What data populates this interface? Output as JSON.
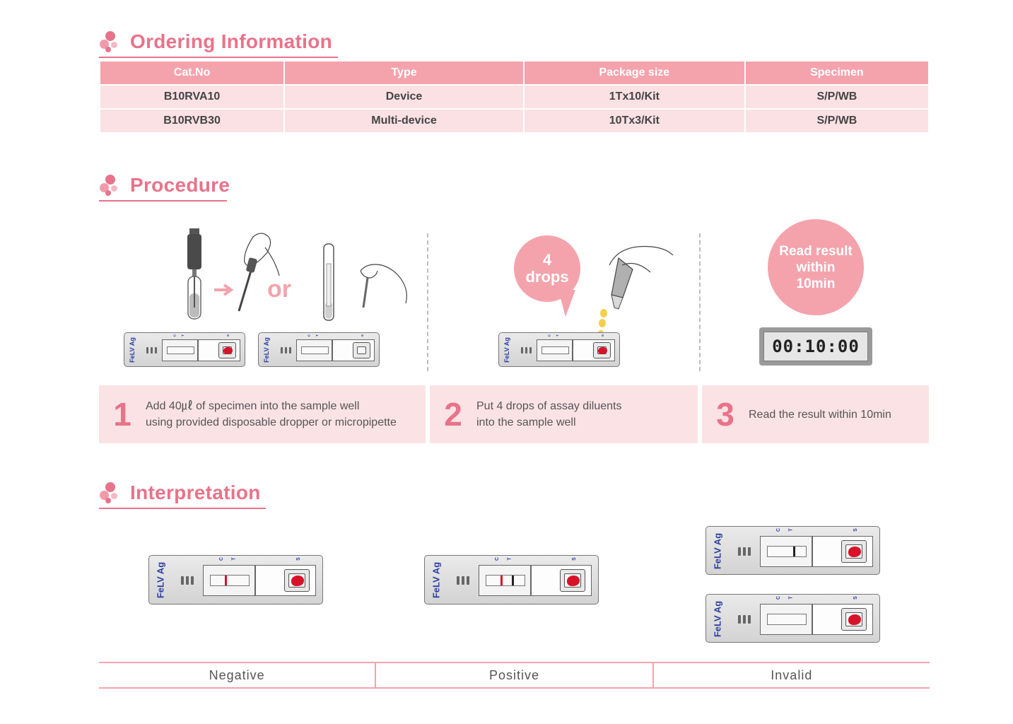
{
  "sections": {
    "ordering": "Ordering Information",
    "procedure": "Procedure",
    "interpretation": "Interpretation"
  },
  "order_table": {
    "headers": [
      "Cat.No",
      "Type",
      "Package size",
      "Specimen"
    ],
    "rows": [
      [
        "B10RVA10",
        "Device",
        "1Tx10/Kit",
        "S/P/WB"
      ],
      [
        "B10RVB30",
        "Multi-device",
        "10Tx3/Kit",
        "S/P/WB"
      ]
    ]
  },
  "procedure": {
    "or_label": "or",
    "drops_bubble": {
      "line1": "4",
      "line2": "drops"
    },
    "read_bubble": {
      "line1": "Read result",
      "line2": "within",
      "line3": "10min"
    },
    "timer": "00:10:00",
    "steps": [
      {
        "num": "1",
        "line1": "Add 40㎕ of specimen into the sample well",
        "line2": "using provided disposable dropper or micropipette"
      },
      {
        "num": "2",
        "line1": "Put 4 drops of assay diluents",
        "line2": "into the sample well"
      },
      {
        "num": "3",
        "line1": "Read the result within 10min",
        "line2": ""
      }
    ]
  },
  "device": {
    "brand": "FeLV Ag",
    "c_label": "C",
    "t_label": "T",
    "s_label": "S"
  },
  "interpretation": {
    "labels": [
      "Negative",
      "Positive",
      "Invalid"
    ]
  },
  "colors": {
    "accent": "#e8738a",
    "header_pink": "#f4a3ac",
    "row_pink": "#fbe1e3",
    "control_line": "#d7132a",
    "test_line": "#222222"
  }
}
